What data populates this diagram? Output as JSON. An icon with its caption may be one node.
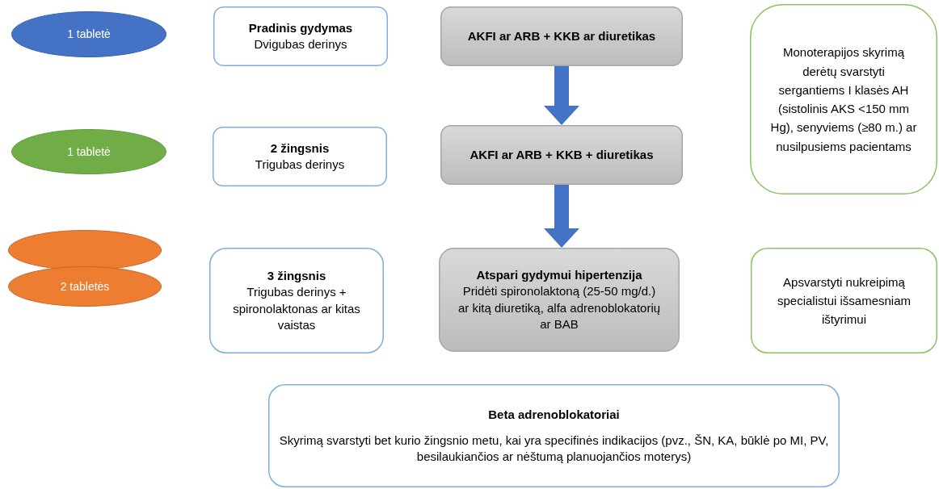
{
  "diagram": {
    "nodes": [
      {
        "text": [
          "1 tabletė"
        ]
      },
      {
        "text": [
          "Pradinis gydymas",
          "Dvigubas derinys"
        ]
      },
      {
        "text": [
          "AKFI ar ARB + KKB ar diuretikas"
        ]
      },
      {
        "text": [
          "Monoterapijos skyrimą derėtų svarstyti sergantiems I klasės AH (sistolinis AKS <150 mm Hg), senyviems (≥80 m.) ar nusilpusiems pacientams"
        ]
      },
      {
        "text": [
          "1 tabletė"
        ]
      },
      {
        "text": [
          "2 žingsnis",
          "Trigubas derinys"
        ]
      },
      {
        "text": [
          "AKFI ar ARB + KKB + diuretikas"
        ]
      },
      {
        "text": [],
        "shape": "ellipse"
      },
      {
        "text": [
          "2 tabletės"
        ]
      },
      {
        "text": [
          "3 žingsnis",
          "Trigubas derinys + spironolaktonas ar kitas vaistas"
        ]
      },
      {
        "text": [
          "Atspari gydymui hipertenzija",
          "Pridėti spironolaktoną (25-50 mg/d.) ar kitą diuretiką, alfa adrenoblokatorių ar BAB"
        ]
      },
      {
        "text": [
          "Apsvarstyti nukreipimą specialistui išsamesniam ištyrimui"
        ]
      },
      {
        "text": [
          "Beta adrenoblokatoriai",
          "Skyrimą svarstyti bet kurio žingsnio metu, kai yra specifinės indikacijos (pvz., ŠN, KA, būklė po MI, PV, besilaukiančios ar nėštumą planuojančios moterys)"
        ]
      }
    ],
    "edges": [
      {
        "from": 2,
        "to": 6,
        "arrow": "to"
      },
      {
        "from": 6,
        "to": 10,
        "arrow": "to"
      }
    ]
  }
}
